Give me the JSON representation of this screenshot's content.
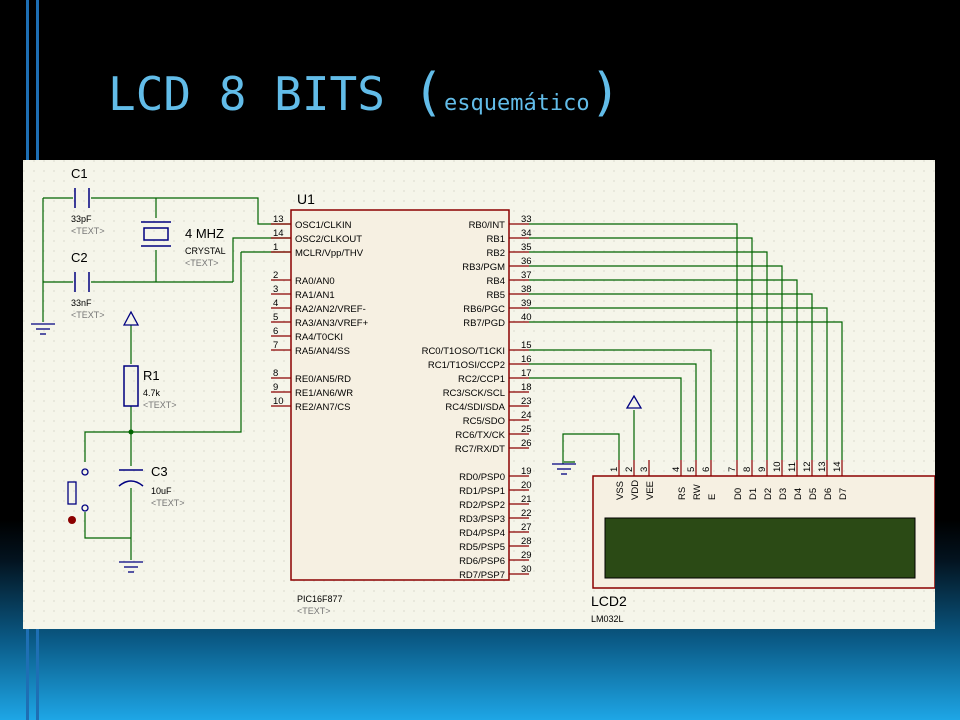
{
  "slide": {
    "title_main": "LCD 8 BITS",
    "title_open": "(",
    "title_sub": "esquemático",
    "title_close": ")"
  },
  "colors": {
    "title": "#62bce8",
    "accent_bar": "#1e6fb4",
    "wire": "#006400",
    "component": "#000080",
    "pin": "#8b0000",
    "lcd_screen": "#2b4a15"
  },
  "schematic": {
    "c1": {
      "ref": "C1",
      "value": "33pF",
      "text": "<TEXT>"
    },
    "c2": {
      "ref": "C2",
      "value": "33nF",
      "text": "<TEXT>"
    },
    "xtal": {
      "freq": "4 MHZ",
      "type": "CRYSTAL",
      "text": "<TEXT>"
    },
    "r1": {
      "ref": "R1",
      "value": "4.7k",
      "text": "<TEXT>"
    },
    "c3": {
      "ref": "C3",
      "value": "10uF",
      "text": "<TEXT>"
    },
    "u1": {
      "ref": "U1",
      "part": "PIC16F877",
      "text": "<TEXT>",
      "left_pins": [
        {
          "num": "13",
          "name": "OSC1/CLKIN"
        },
        {
          "num": "14",
          "name": "OSC2/CLKOUT"
        },
        {
          "num": "1",
          "name": "MCLR/Vpp/THV"
        },
        {
          "num": "2",
          "name": "RA0/AN0"
        },
        {
          "num": "3",
          "name": "RA1/AN1"
        },
        {
          "num": "4",
          "name": "RA2/AN2/VREF-"
        },
        {
          "num": "5",
          "name": "RA3/AN3/VREF+"
        },
        {
          "num": "6",
          "name": "RA4/T0CKI"
        },
        {
          "num": "7",
          "name": "RA5/AN4/SS"
        },
        {
          "num": "8",
          "name": "RE0/AN5/RD"
        },
        {
          "num": "9",
          "name": "RE1/AN6/WR"
        },
        {
          "num": "10",
          "name": "RE2/AN7/CS"
        }
      ],
      "right_pins": [
        {
          "num": "33",
          "name": "RB0/INT"
        },
        {
          "num": "34",
          "name": "RB1"
        },
        {
          "num": "35",
          "name": "RB2"
        },
        {
          "num": "36",
          "name": "RB3/PGM"
        },
        {
          "num": "37",
          "name": "RB4"
        },
        {
          "num": "38",
          "name": "RB5"
        },
        {
          "num": "39",
          "name": "RB6/PGC"
        },
        {
          "num": "40",
          "name": "RB7/PGD"
        },
        {
          "num": "15",
          "name": "RC0/T1OSO/T1CKI"
        },
        {
          "num": "16",
          "name": "RC1/T1OSI/CCP2"
        },
        {
          "num": "17",
          "name": "RC2/CCP1"
        },
        {
          "num": "18",
          "name": "RC3/SCK/SCL"
        },
        {
          "num": "23",
          "name": "RC4/SDI/SDA"
        },
        {
          "num": "24",
          "name": "RC5/SDO"
        },
        {
          "num": "25",
          "name": "RC6/TX/CK"
        },
        {
          "num": "26",
          "name": "RC7/RX/DT"
        },
        {
          "num": "19",
          "name": "RD0/PSP0"
        },
        {
          "num": "20",
          "name": "RD1/PSP1"
        },
        {
          "num": "21",
          "name": "RD2/PSP2"
        },
        {
          "num": "22",
          "name": "RD3/PSP3"
        },
        {
          "num": "27",
          "name": "RD4/PSP4"
        },
        {
          "num": "28",
          "name": "RD5/PSP5"
        },
        {
          "num": "29",
          "name": "RD6/PSP6"
        },
        {
          "num": "30",
          "name": "RD7/PSP7"
        }
      ]
    },
    "lcd": {
      "ref": "LCD2",
      "part": "LM032L",
      "pins": [
        {
          "num": "1",
          "name": "VSS"
        },
        {
          "num": "2",
          "name": "VDD"
        },
        {
          "num": "3",
          "name": "VEE"
        },
        {
          "num": "4",
          "name": "RS"
        },
        {
          "num": "5",
          "name": "RW"
        },
        {
          "num": "6",
          "name": "E"
        },
        {
          "num": "7",
          "name": "D0"
        },
        {
          "num": "8",
          "name": "D1"
        },
        {
          "num": "9",
          "name": "D2"
        },
        {
          "num": "10",
          "name": "D3"
        },
        {
          "num": "11",
          "name": "D4"
        },
        {
          "num": "12",
          "name": "D5"
        },
        {
          "num": "13",
          "name": "D6"
        },
        {
          "num": "14",
          "name": "D7"
        }
      ]
    }
  }
}
